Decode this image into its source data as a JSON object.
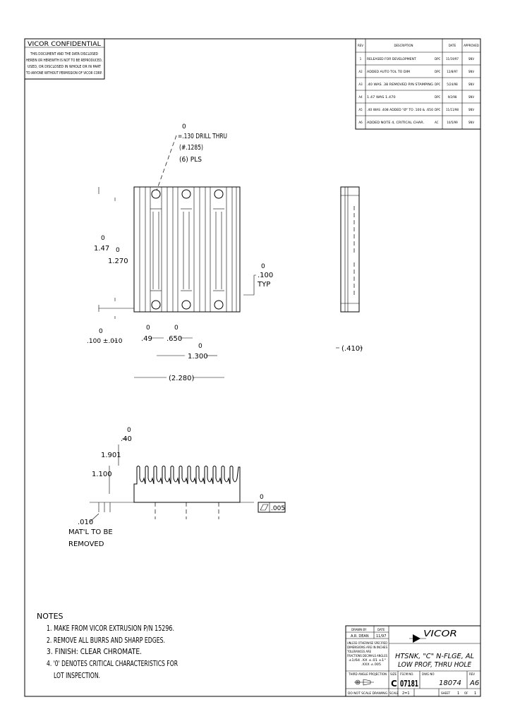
{
  "confidential": {
    "title": "VICOR  CONFIDENTIAL",
    "lines": [
      "THIS DOCUMENT AND THE DATA DISCLOSED",
      "HEREIN OR HEREWITH IS NOT TO BE REPRODUCED,",
      "USED, OR DISCLOSED IN WHOLE OR IN PART",
      "TO ANYONE WITHOUT PERMISSION OF VICOR CORP."
    ]
  },
  "revisions": {
    "headers": [
      "REV",
      "DESCRIPTION",
      "DATE",
      "APPROVED"
    ],
    "rows": [
      {
        "rev": "1",
        "desc": "RELEASED FOR DEVELOPMENT",
        "by": "DPC",
        "date": "11/19/97",
        "appr": "SNV"
      },
      {
        "rev": "A2",
        "desc": "ADDED AUTO TOL TO DIM",
        "by": "DPC",
        "date": "12/8/97",
        "appr": "SNV"
      },
      {
        "rev": "A3",
        "desc": ".40 WAS .38  REMOVED P/N STAMPING",
        "by": "DPC",
        "date": "5/24/98",
        "appr": "SNV"
      },
      {
        "rev": "A4",
        "desc": "1.47 WAS 1.470",
        "by": "DPC",
        "date": "9/2/98",
        "appr": "SNV"
      },
      {
        "rev": "A5",
        "desc": ".40 WAS .408  ADDED \"Ø\" TO .100 & .650",
        "by": "DPC",
        "date": "11/11/98",
        "appr": "SNV"
      },
      {
        "rev": "A6",
        "desc": "ADDED NOTE 4, CRITICAL CHAR.",
        "by": "AC",
        "date": "10/5/99",
        "appr": "SNV"
      }
    ]
  },
  "drill_note": {
    "marker": "0",
    "lines": [
      "=.130 DRILL THRU",
      "(#.1285)",
      "(6) PLS"
    ]
  },
  "dimensions": {
    "d147": "1.47",
    "d1270": "1.270",
    "d100typ": ".100",
    "typ": "TYP",
    "d100": ".100 ±.010",
    "d49": ".49",
    "d650": ".650",
    "d1300": "1.300",
    "d2280": "(2.280)",
    "d410": "(.410)",
    "d40": ".40",
    "d1901": "1.901",
    "d1100": "1.100",
    "d010": ".010",
    "flatness": ".005",
    "marker": "0"
  },
  "removed_note": [
    "MAT'L TO BE",
    "REMOVED"
  ],
  "notes": {
    "heading": "NOTES",
    "items": [
      "1. MAKE FROM VICOR EXTRUSION P/N 15296.",
      "2. REMOVE ALL BURRS AND SHARP EDGES.",
      "3. FINISH: CLEAR CHROMATE.",
      "4. '0' DENOTES CRITICAL CHARACTERISTICS FOR",
      "LOT INSPECTION."
    ]
  },
  "title_block": {
    "drawn_label": "DRAWN BY",
    "date_label": "DATE",
    "drawn_by": "A.R. DEAN",
    "drawn_date": "11/97",
    "tolerance_lines": [
      "UNLESS OTHERWISE SPECIFIED",
      "DIMENSIONS ARE IN INCHES",
      "TOLERANCES ARE",
      "FRACTIONS  DECIMALS  ANGLES",
      "±1/64    .XX ±.01   ±1°",
      ".XXX ±.005"
    ],
    "company": "VICOR",
    "title_line1": "HTSNK, \"C\" N-FLGE, AL",
    "title_line2": "LOW PROF, THRU HOLE",
    "projection_label": "THIRD ANGLE PROJECTION",
    "size_label": "SIZE",
    "size": "C",
    "fscm_label": "FSCM NO.",
    "fscm": "07181",
    "dwg_label": "DWG NO",
    "dwg": "18074",
    "rev_label": "REV",
    "rev": "A6",
    "noscale": "DO NOT SCALE DRAWING",
    "scale_label": "SCALE",
    "scale": "2=1",
    "sheet_label": "SHEET",
    "sheet": "1",
    "of_label": "OF",
    "of": "1"
  }
}
